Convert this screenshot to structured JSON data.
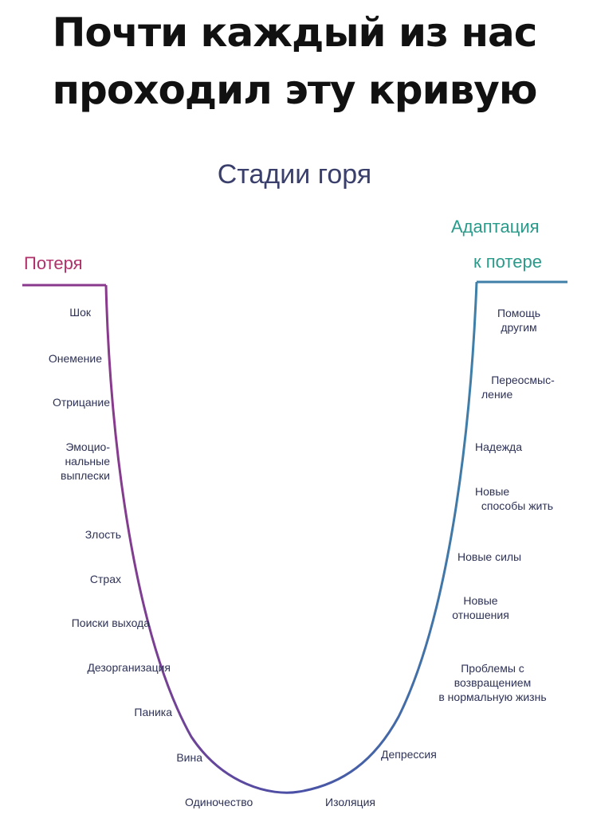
{
  "headline": {
    "line1": "Почти каждый из нас",
    "line2": "проходил эту кривую"
  },
  "diagram": {
    "title": "Стадии горя",
    "start_label": "Потеря",
    "end_label_line1": "Адаптация",
    "end_label_line2": "к потере",
    "left_stages": {
      "s1": "Шок",
      "s2": "Онемение",
      "s3": "Отрицание",
      "s4_l1": "Эмоцио-",
      "s4_l2": "нальные",
      "s4_l3": "выплески",
      "s5": "Злость",
      "s6": "Страх",
      "s7": "Поиски выхода",
      "s8": "Дезорганизация",
      "s9": "Паника",
      "s10": "Вина"
    },
    "bottom_stages": {
      "b1": "Одиночество",
      "b2": "Изоляция"
    },
    "right_stages": {
      "r1_l1": "Депрессия",
      "r2_l1": "Проблемы с",
      "r2_l2": "возвращением",
      "r2_l3": "в нормальную жизнь",
      "r3_l1": "Новые",
      "r3_l2": "отношения",
      "r4_l1": "Новые силы",
      "r5_l1": "Новые",
      "r5_l2": "способы жить",
      "r6_l1": "Надежда",
      "r7_l1": "Переосмыс-",
      "r7_l2": "ление",
      "r8_l1": "Помощь",
      "r8_l2": "другим"
    },
    "colors": {
      "curve_left": "#8a3a8c",
      "curve_bottom": "#4a4fa6",
      "curve_right": "#3f7fa8",
      "loss_label": "#b0306a",
      "adapt_label": "#2a9a8a"
    }
  }
}
